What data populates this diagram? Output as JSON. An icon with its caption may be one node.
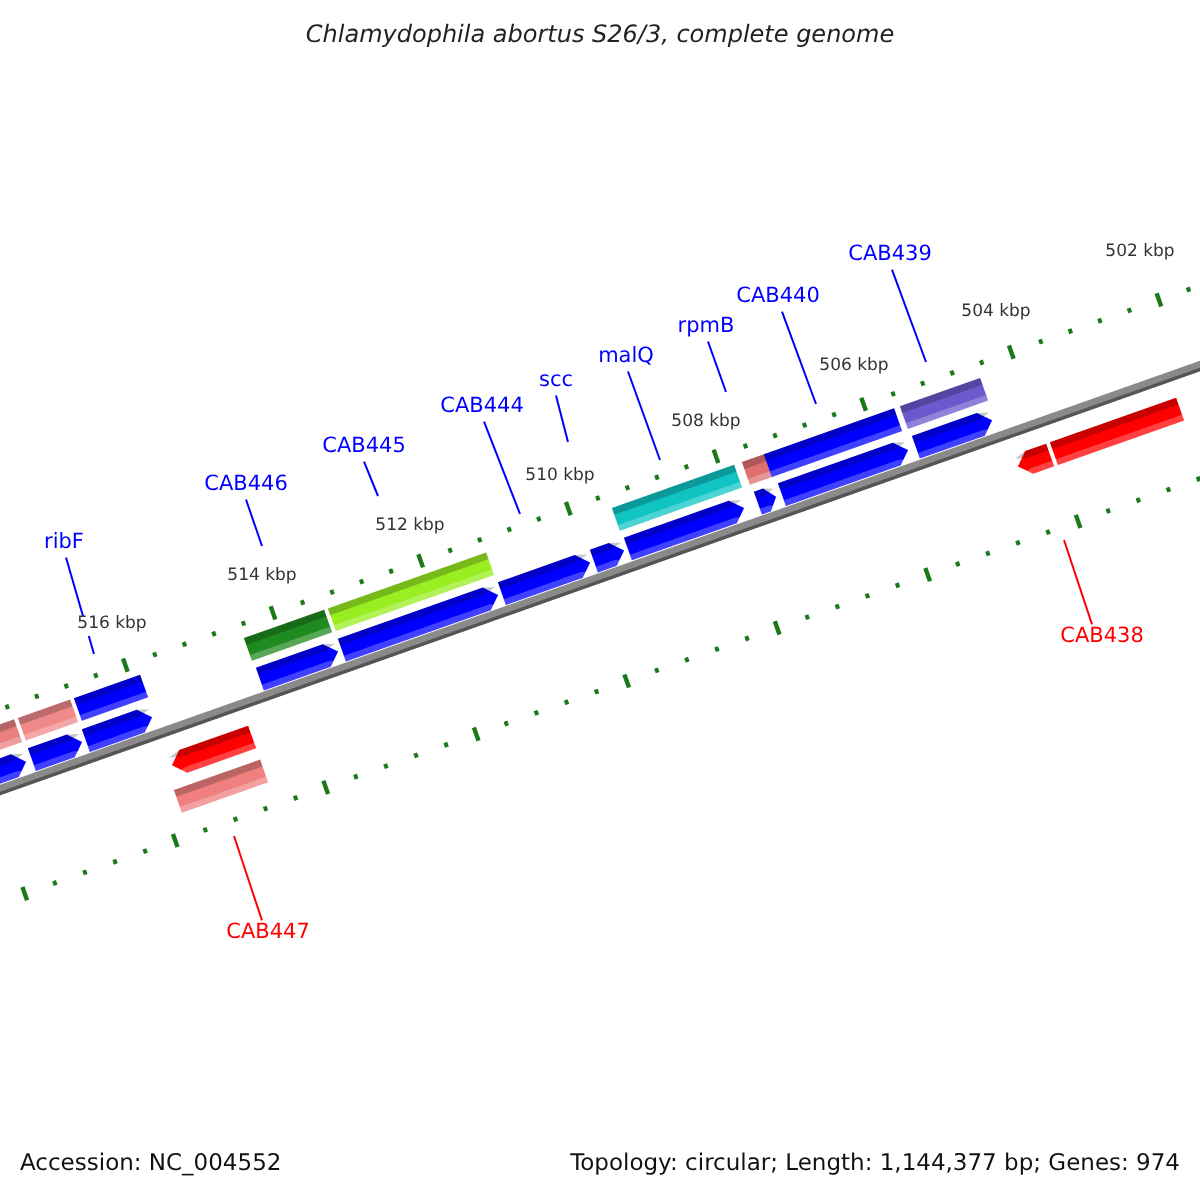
{
  "diagram": {
    "title": "Chlamydophila abortus S26/3, complete genome",
    "nodes": [
      {
        "text": [
          "CAB439"
        ]
      },
      {
        "text": [
          "CAB440"
        ]
      },
      {
        "text": [
          "rpmB"
        ]
      },
      {
        "text": [
          "malQ"
        ]
      },
      {
        "text": [
          "scc"
        ]
      },
      {
        "text": [
          "CAB444"
        ]
      },
      {
        "text": [
          "CAB445"
        ]
      },
      {
        "text": [
          "CAB446"
        ]
      },
      {
        "text": [
          "ribF"
        ]
      },
      {
        "text": [
          "CAB438"
        ]
      },
      {
        "text": [
          "CAB447"
        ]
      }
    ],
    "edges": [
      {
        "from": 0,
        "to": null,
        "arrow": "none"
      },
      {
        "from": 1,
        "to": null,
        "arrow": "none"
      },
      {
        "from": 2,
        "to": null,
        "arrow": "none"
      },
      {
        "from": 3,
        "to": null,
        "arrow": "none"
      },
      {
        "from": 4,
        "to": null,
        "arrow": "none"
      },
      {
        "from": 5,
        "to": null,
        "arrow": "none"
      },
      {
        "from": 6,
        "to": null,
        "arrow": "none"
      },
      {
        "from": 7,
        "to": null,
        "arrow": "none"
      },
      {
        "from": 8,
        "to": null,
        "arrow": "none"
      },
      {
        "from": 9,
        "to": null,
        "arrow": "none",
        "color": "#ff0000"
      },
      {
        "from": 10,
        "to": null,
        "arrow": "none",
        "color": "#ff0000"
      }
    ],
    "labels": [
      "502 kbp",
      "504 kbp",
      "506 kbp",
      "508 kbp",
      "510 kbp",
      "512 kbp",
      "514 kbp",
      "516 kbp",
      "Accession: NC_004552",
      "Topology: circular; Length: 1,144,377 bp; Genes: 974"
    ]
  }
}
